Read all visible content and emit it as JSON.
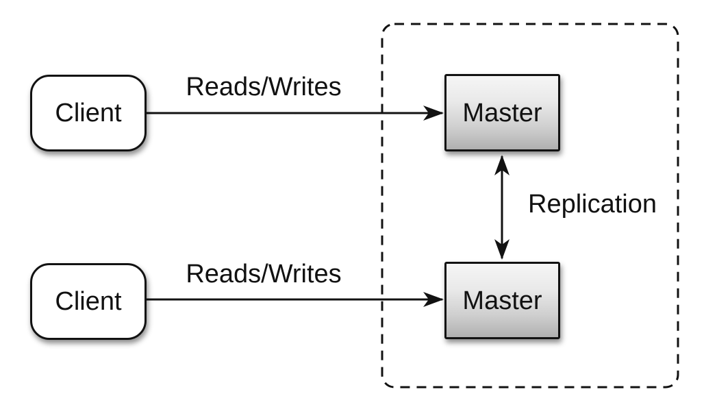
{
  "diagram": {
    "type": "architecture-diagram",
    "nodes": {
      "client_top": {
        "label": "Client",
        "shape": "rounded-rectangle",
        "fill": "#ffffff"
      },
      "client_bottom": {
        "label": "Client",
        "shape": "rounded-rectangle",
        "fill": "#ffffff"
      },
      "master_top": {
        "label": "Master",
        "shape": "rectangle",
        "fill": "gray-gradient"
      },
      "master_bottom": {
        "label": "Master",
        "shape": "rectangle",
        "fill": "gray-gradient"
      }
    },
    "edges": [
      {
        "label": "Reads/Writes",
        "from": "client_top",
        "to": "master_top",
        "arrow": "single-headed"
      },
      {
        "label": "Reads/Writes",
        "from": "client_bottom",
        "to": "master_bottom",
        "arrow": "single-headed"
      },
      {
        "label": "Replication",
        "from": "master_top",
        "to": "master_bottom",
        "arrow": "double-headed"
      }
    ],
    "cluster": {
      "contains": [
        "master_top",
        "master_bottom"
      ],
      "border_style": "dashed"
    },
    "colors": {
      "background": "#ffffff",
      "stroke": "#121212",
      "text": "#111111",
      "master_gradient_top": "#f5f5f5",
      "master_gradient_bottom": "#b0b0b0"
    }
  }
}
